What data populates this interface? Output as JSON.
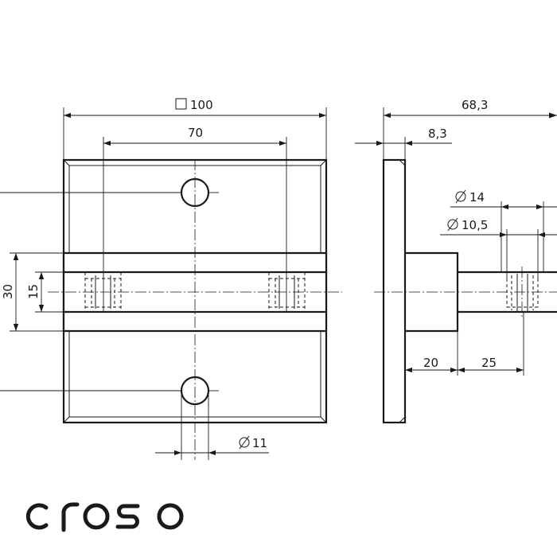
{
  "dimensions": {
    "square_100": "100",
    "width_70": "70",
    "depth_68_3": "68,3",
    "plate_8_3": "8,3",
    "dia_14": "14",
    "dia_10_5": "10,5",
    "dia_11": "11",
    "dim_30": "30",
    "dim_15": "15",
    "dim_20": "20",
    "dim_25": "25"
  },
  "symbols": {
    "diameter": "diameter-symbol",
    "square": "square-symbol"
  },
  "logo": {
    "text": "croso"
  },
  "colors": {
    "line": "#1a1a1a",
    "background": "#ffffff"
  }
}
